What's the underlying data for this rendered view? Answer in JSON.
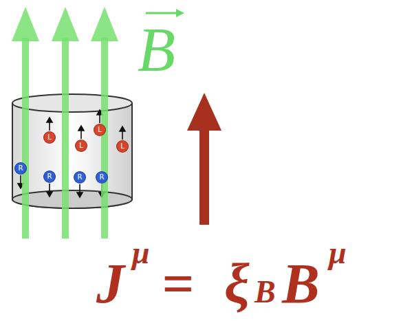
{
  "diagram": {
    "nodes": [
      {
        "text": [
          "L"
        ]
      },
      {
        "text": [
          "L"
        ]
      },
      {
        "text": [
          "L"
        ]
      },
      {
        "text": [
          "L"
        ]
      },
      {
        "text": [
          "R"
        ]
      },
      {
        "text": [
          "R"
        ]
      },
      {
        "text": [
          "R"
        ]
      },
      {
        "text": [
          "R"
        ]
      }
    ],
    "labels": [
      "B",
      "J",
      "μ",
      "=",
      "ξ",
      "B",
      "B",
      "μ"
    ]
  }
}
